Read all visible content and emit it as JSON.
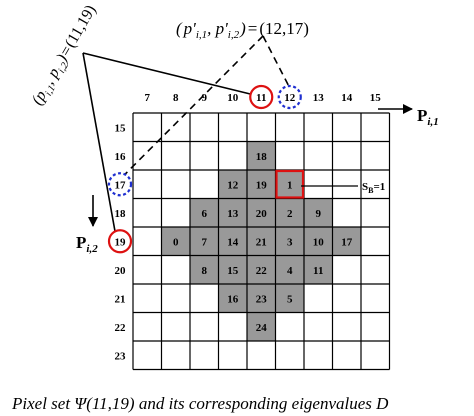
{
  "grid": {
    "col_labels": [
      "7",
      "8",
      "9",
      "10",
      "11",
      "12",
      "13",
      "14",
      "15"
    ],
    "row_labels": [
      "15",
      "16",
      "17",
      "18",
      "19",
      "20",
      "21",
      "22",
      "23"
    ],
    "cells": [
      {
        "col": 4,
        "row": 1,
        "label": "18"
      },
      {
        "col": 3,
        "row": 2,
        "label": "12"
      },
      {
        "col": 4,
        "row": 2,
        "label": "19"
      },
      {
        "col": 5,
        "row": 2,
        "label": "1"
      },
      {
        "col": 2,
        "row": 3,
        "label": "6"
      },
      {
        "col": 3,
        "row": 3,
        "label": "13"
      },
      {
        "col": 4,
        "row": 3,
        "label": "20"
      },
      {
        "col": 5,
        "row": 3,
        "label": "2"
      },
      {
        "col": 6,
        "row": 3,
        "label": "9"
      },
      {
        "col": 1,
        "row": 4,
        "label": "0"
      },
      {
        "col": 2,
        "row": 4,
        "label": "7"
      },
      {
        "col": 3,
        "row": 4,
        "label": "14"
      },
      {
        "col": 4,
        "row": 4,
        "label": "21"
      },
      {
        "col": 5,
        "row": 4,
        "label": "3"
      },
      {
        "col": 6,
        "row": 4,
        "label": "10"
      },
      {
        "col": 7,
        "row": 4,
        "label": "17"
      },
      {
        "col": 2,
        "row": 5,
        "label": "8"
      },
      {
        "col": 3,
        "row": 5,
        "label": "15"
      },
      {
        "col": 4,
        "row": 5,
        "label": "22"
      },
      {
        "col": 5,
        "row": 5,
        "label": "4"
      },
      {
        "col": 6,
        "row": 5,
        "label": "11"
      },
      {
        "col": 3,
        "row": 6,
        "label": "16"
      },
      {
        "col": 4,
        "row": 6,
        "label": "23"
      },
      {
        "col": 5,
        "row": 6,
        "label": "5"
      },
      {
        "col": 4,
        "row": 7,
        "label": "24"
      }
    ],
    "highlight_cell": {
      "col": 5,
      "row": 2
    }
  },
  "markers": {
    "col_solid": {
      "index": 4,
      "label": "11"
    },
    "col_dashed": {
      "index": 5,
      "label": "12"
    },
    "row_solid": {
      "index": 4,
      "label": "19"
    },
    "row_dashed": {
      "index": 2,
      "label": "17"
    }
  },
  "labels": {
    "x_axis": "P",
    "x_axis_sub": "i,1",
    "y_axis": "P",
    "y_axis_sub": "i,2",
    "sb": "S",
    "sb_sub": "B",
    "sb_value": "=1",
    "point_solid_value": "(11,19)",
    "point_dashed_value": "(12,17)",
    "caption": "Pixel set Ψ(11,19)  and its corresponding eigenvalues  D"
  },
  "colors": {
    "gray_fill": "#999999",
    "red": "#dd1111",
    "blue": "#1f2fd0",
    "line": "#000000"
  }
}
